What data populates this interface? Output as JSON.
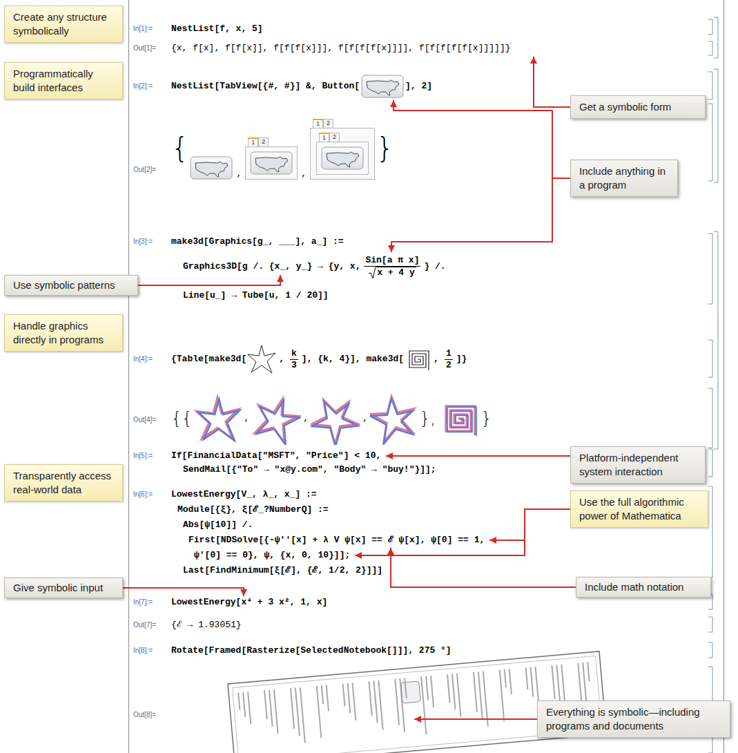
{
  "diagram": {
    "nodes": [
      {
        "text": [
          "Create any structure symbolically"
        ]
      },
      {
        "text": [
          "Get a symbolic form"
        ]
      },
      {
        "text": [
          "Programmatically build interfaces"
        ]
      },
      {
        "text": [
          "Include anything in a program"
        ]
      },
      {
        "text": [
          "Use symbolic patterns"
        ]
      },
      {
        "text": [
          "Handle graphics directly in programs"
        ]
      },
      {
        "text": [
          "Platform-independent system interaction"
        ]
      },
      {
        "text": [
          "Transparently access real-world data"
        ]
      },
      {
        "text": [
          "Use the full algorithmic power of Mathematica"
        ]
      },
      {
        "text": [
          "Give symbolic input"
        ]
      },
      {
        "text": [
          "Include math notation"
        ]
      },
      {
        "text": [
          "Everything is symbolic—including programs and documents"
        ]
      }
    ],
    "labels": [
      "In[1]:=",
      "NestList[f, x, 5]",
      "Out[1]=",
      "{x, f[x], f[f[x]], f[f[f[x]]], f[f[f[f[x]]]], f[f[f[f[f[x]]]]]}",
      "In[2]:=",
      "NestList[TabView[{#, #}] &, Button[",
      "], 2]",
      "Out[2]=",
      "{",
      ",",
      "1",
      "2",
      ",",
      "1",
      "2",
      "1",
      "2",
      "}",
      "In[3]:=",
      "make3d[Graphics[g_, ___], a_] :=",
      "Graphics3D[g /. {x_, y_} → {y, x,",
      "Sin[a π x]",
      "x + 4 y",
      "} /.",
      "Line[u_] → Tube[u, 1 / 20]]",
      "In[4]:=",
      "{Table[make3d[",
      ",",
      "k",
      "3",
      "], {k, 4}], make3d[",
      ",",
      "1",
      "2",
      "]}",
      "Out[4]=",
      "{{",
      ",",
      ",",
      ",",
      "},",
      "}",
      "In[5]:=",
      "If[FinancialData[\"MSFT\", \"Price\"] < 10,",
      "SendMail[{\"To\" → \"x@y.com\", \"Body\" → \"buy!\"}]];",
      "In[6]:=",
      "LowestEnergy[V_, λ_, x_] :=",
      "Module[{ξ}, ξ[ℰ_?NumberQ] :=",
      "Abs[ψ[10]] /.",
      "First[NDSolve[{-ψ''[x] + λ V ψ[x] == ℰ ψ[x], ψ[0] == 1,",
      "ψ'[0] == 0}, ψ, {x, 0, 10}]];",
      "Last[FindMinimum[ξ[ℰ], {ℰ, 1/2, 2}]]]",
      "In[7]:=",
      "LowestEnergy[x⁴ + 3 x², 1, x]",
      "Out[7]=",
      "{ℰ → 1.93051}",
      "In[8]:=",
      "Rotate[Framed[Rasterize[SelectedNotebook[]]], 275 °]",
      "Out[8]="
    ]
  }
}
